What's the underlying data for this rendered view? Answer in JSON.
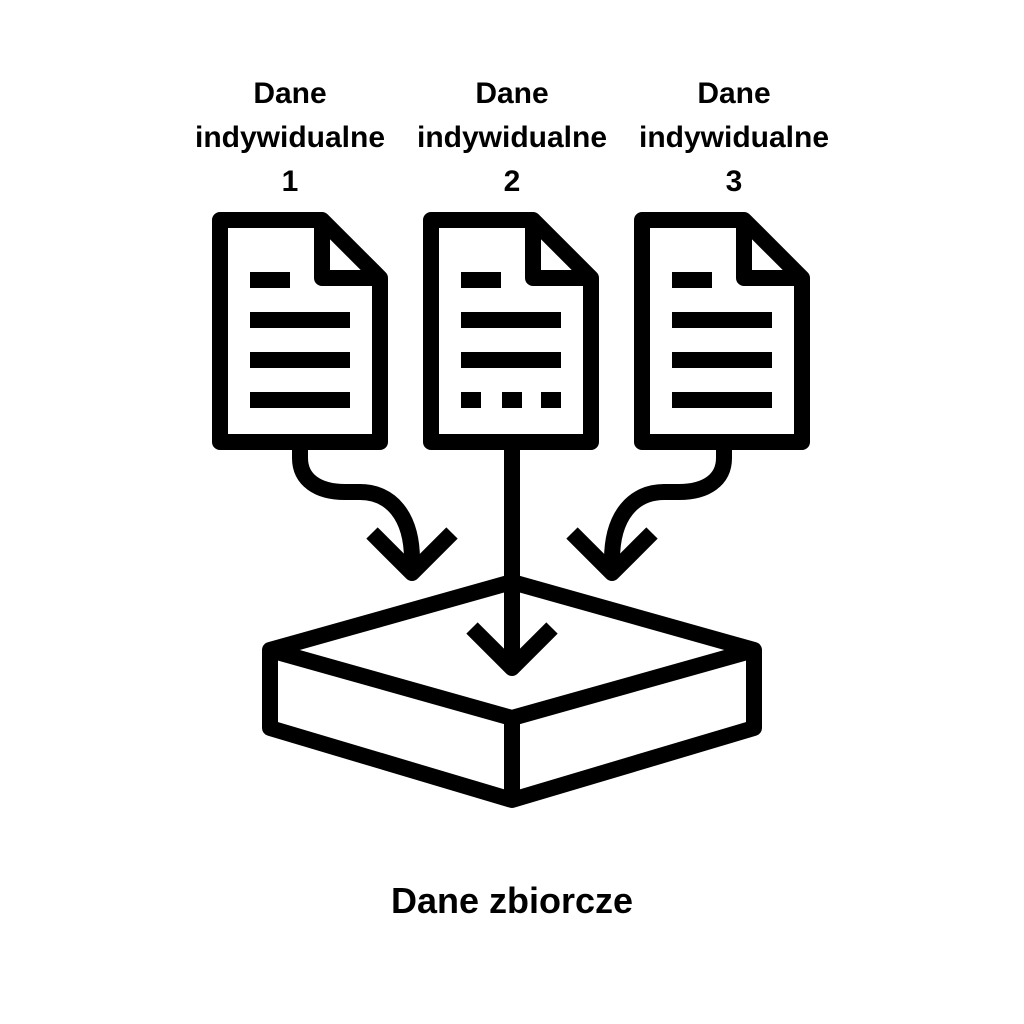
{
  "sources": [
    {
      "line1": "Dane",
      "line2": "indywidualne",
      "line3": "1"
    },
    {
      "line1": "Dane",
      "line2": "indywidualne",
      "line3": "2"
    },
    {
      "line1": "Dane",
      "line2": "indywidualne",
      "line3": "3"
    }
  ],
  "target": {
    "label": "Dane zbiorcze"
  },
  "colors": {
    "stroke": "#000000",
    "background": "#ffffff"
  },
  "icons": {
    "source": "document-icon",
    "flow": "arrow-down-icon",
    "target": "tray-box-icon"
  }
}
